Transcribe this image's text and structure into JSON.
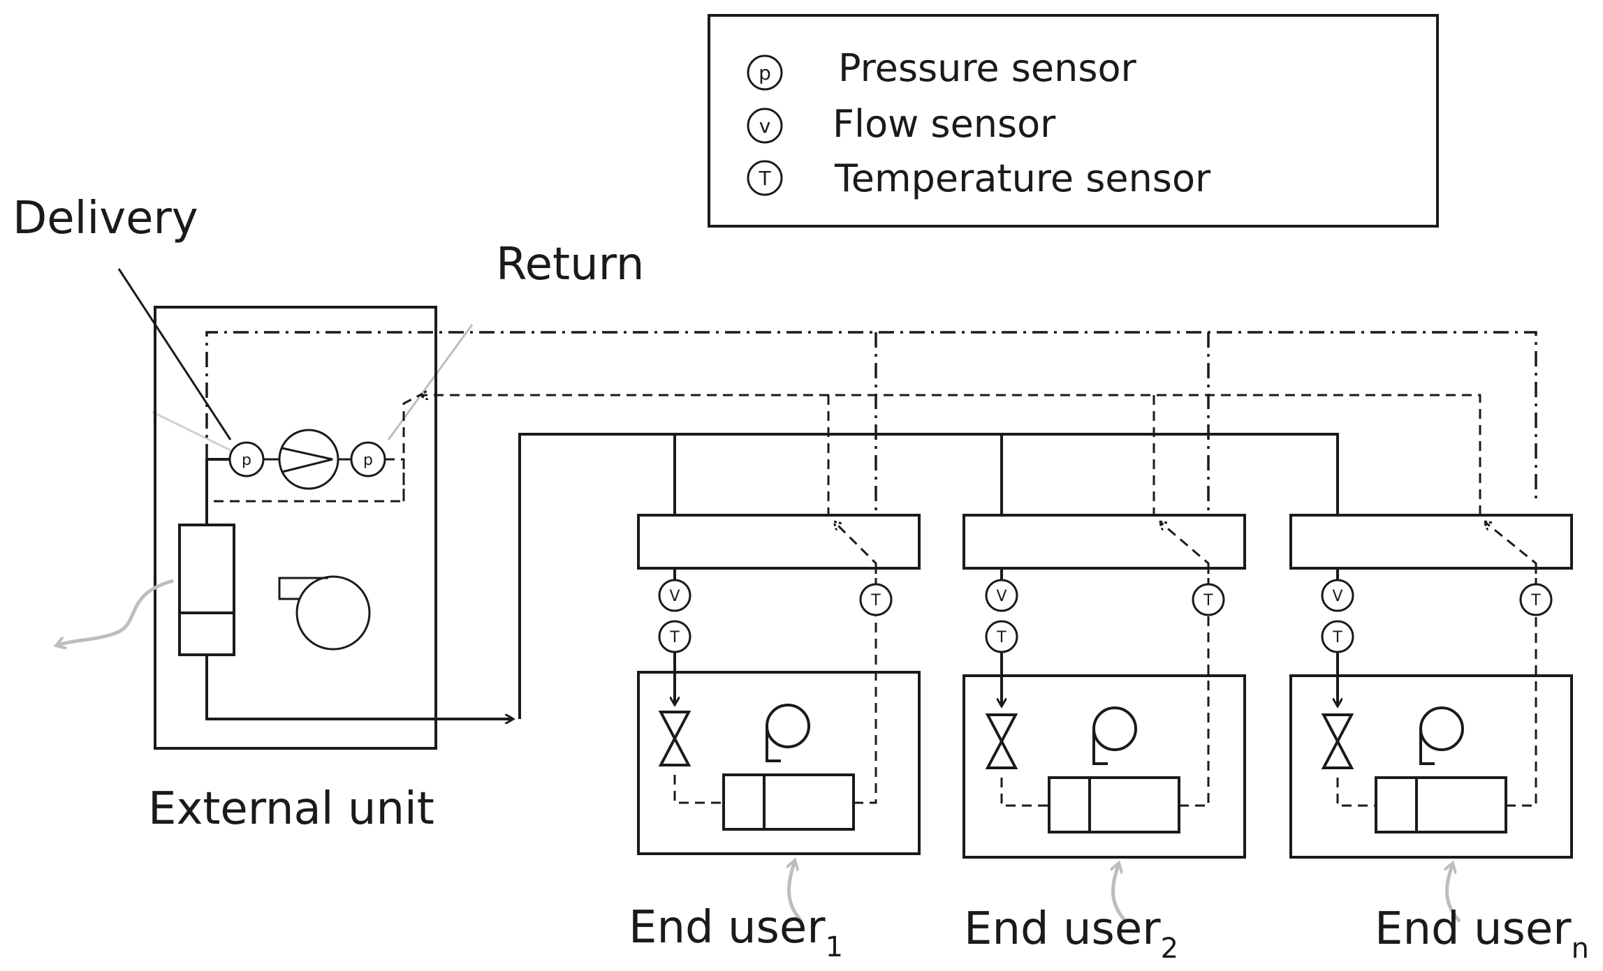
{
  "legend": {
    "items": [
      {
        "symbol": "p",
        "label": "Pressure sensor"
      },
      {
        "symbol": "v",
        "label": "Flow sensor"
      },
      {
        "symbol": "T",
        "label": "Temperature sensor"
      }
    ]
  },
  "labels": {
    "delivery": "Delivery",
    "return": "Return",
    "external_unit": "External unit"
  },
  "end_users": [
    {
      "label": "End user",
      "subscript": "1"
    },
    {
      "label": "End user",
      "subscript": "2"
    },
    {
      "label": "End user",
      "subscript": "n"
    }
  ],
  "sensor_symbols": {
    "pressure": "p",
    "flow": "V",
    "temperature": "T"
  }
}
